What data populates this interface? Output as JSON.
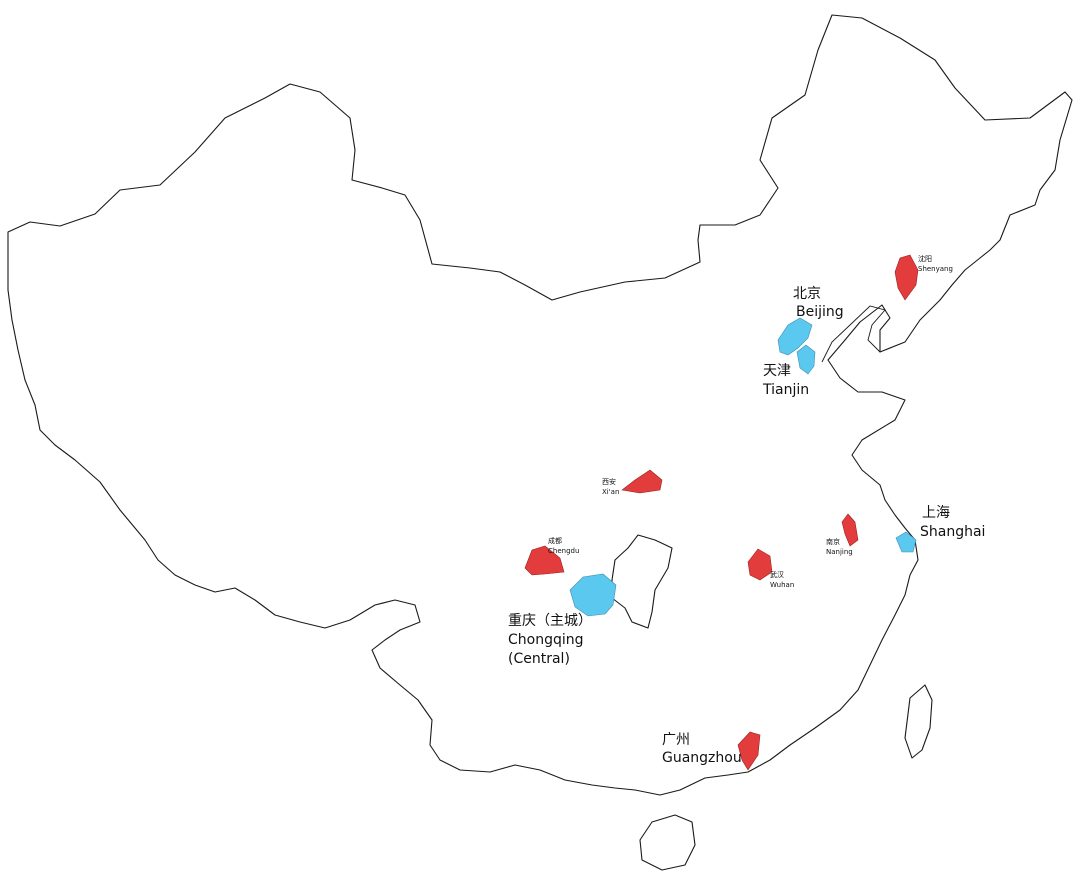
{
  "colors": {
    "municipality": "#5bc8ef",
    "city": "#e23c3c",
    "outline": "#1a1a1a",
    "background": "#ffffff"
  },
  "regions": {
    "beijing": {
      "zh": "北京",
      "en": "Beijing"
    },
    "tianjin": {
      "zh": "天津",
      "en": "Tianjin"
    },
    "shanghai": {
      "zh": "上海",
      "en": "Shanghai"
    },
    "chongqing": {
      "zh": "重庆（主城）",
      "en": "Chongqing",
      "en2": "(Central)"
    },
    "shenyang": {
      "zh": "沈阳",
      "en": "Shenyang"
    },
    "xian": {
      "zh": "西安",
      "en": "Xi'an"
    },
    "chengdu": {
      "zh": "成都",
      "en": "Chengdu"
    },
    "nanjing": {
      "zh": "南京",
      "en": "Nanjing"
    },
    "wuhan": {
      "zh": "武汉",
      "en": "Wuhan"
    },
    "guangzhou": {
      "zh": "广州",
      "en": "Guangzhou"
    }
  }
}
